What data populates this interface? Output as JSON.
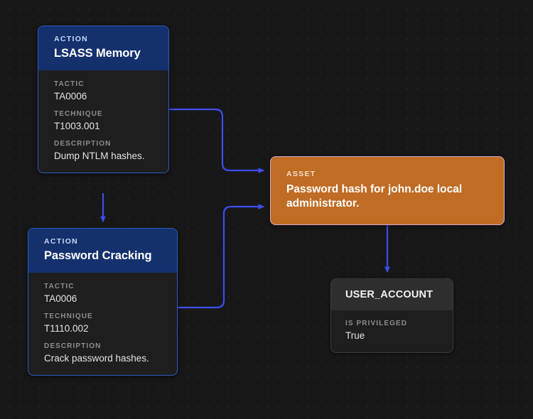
{
  "canvas": {
    "background_color": "#171717",
    "grid_dot_color": "#262626",
    "edge_color": "#3b4ef0"
  },
  "nodes": [
    {
      "id": "lsass-memory",
      "kind_label": "ACTION",
      "title": "LSASS Memory",
      "accent_color": "#14316e",
      "fields": [
        {
          "label": "TACTIC",
          "value": "TA0006"
        },
        {
          "label": "TECHNIQUE",
          "value": "T1003.001"
        },
        {
          "label": "DESCRIPTION",
          "value": "Dump NTLM hashes."
        }
      ]
    },
    {
      "id": "password-cracking",
      "kind_label": "ACTION",
      "title": "Password Cracking",
      "accent_color": "#14316e",
      "fields": [
        {
          "label": "TACTIC",
          "value": "TA0006"
        },
        {
          "label": "TECHNIQUE",
          "value": "T1110.002"
        },
        {
          "label": "DESCRIPTION",
          "value": "Crack password hashes."
        }
      ]
    },
    {
      "id": "asset-password-hash",
      "kind_label": "ASSET",
      "title": "Password hash for john.doe local administrator.",
      "accent_color": "#c06c25"
    },
    {
      "id": "user-account",
      "title": "USER_ACCOUNT",
      "accent_color": "#2e2e2e",
      "fields": [
        {
          "label": "IS PRIVILEGED",
          "value": "True"
        }
      ]
    }
  ]
}
